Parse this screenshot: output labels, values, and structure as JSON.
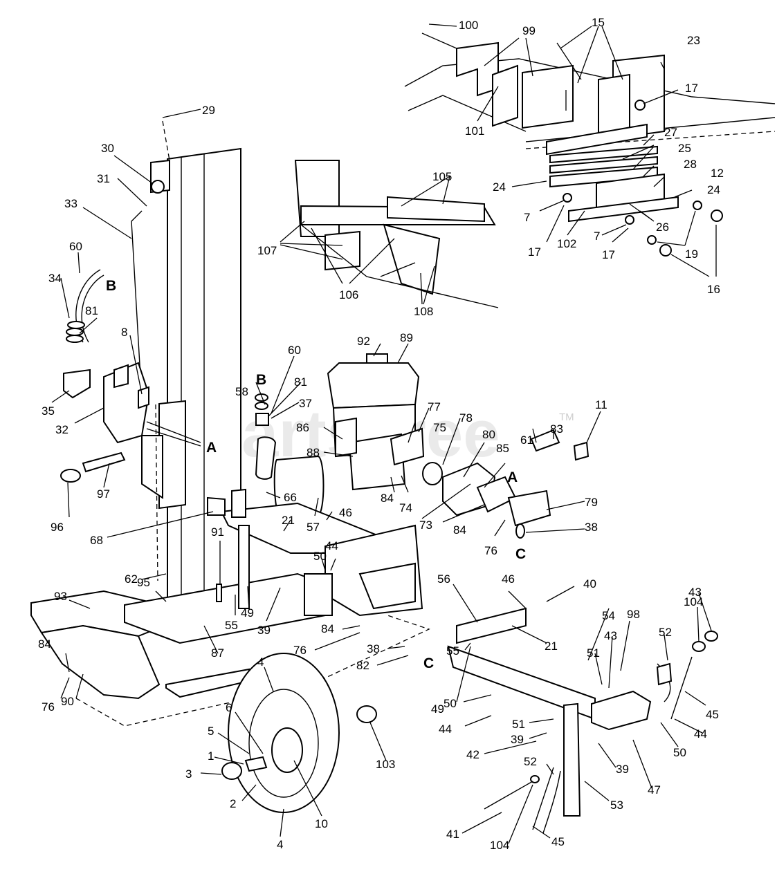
{
  "watermark": {
    "text": "PartsTree",
    "mark": "TM"
  },
  "connectors": [
    "A",
    "B",
    "C"
  ],
  "callouts": {
    "c100": "100",
    "c99": "99",
    "c15": "15",
    "c23": "23",
    "c17a": "17",
    "c101": "101",
    "c27": "27",
    "c25": "25",
    "c28": "28",
    "c12": "12",
    "c24a": "24",
    "c24b": "24",
    "c7a": "7",
    "c7b": "7",
    "c17b": "17",
    "c17c": "17",
    "c102": "102",
    "c26": "26",
    "c19": "19",
    "c16": "16",
    "c105": "105",
    "c107": "107",
    "c106": "106",
    "c108": "108",
    "c29": "29",
    "c30": "30",
    "c31": "31",
    "c33": "33",
    "c60a": "60",
    "c34": "34",
    "c81a": "81",
    "c8": "8",
    "c35": "35",
    "c32": "32",
    "c97": "97",
    "c96": "96",
    "c92": "92",
    "c89": "89",
    "c60b": "60",
    "c81b": "81",
    "c37": "37",
    "c58": "58",
    "c77": "77",
    "c75": "75",
    "c78": "78",
    "c80": "80",
    "c86": "86",
    "c88": "88",
    "c11": "11",
    "c61": "61",
    "c83": "83",
    "c85": "85",
    "c84a": "84",
    "c74": "74",
    "c73": "73",
    "c84b": "84",
    "c76a": "76",
    "c79": "79",
    "c38a": "38",
    "c66": "66",
    "c57": "57",
    "c68": "68",
    "c91": "91",
    "c21a": "21",
    "c46a": "46",
    "c62": "62",
    "c50a": "50",
    "c44a": "44",
    "c93": "93",
    "c95": "95",
    "c55a": "55",
    "c49a": "49",
    "c39a": "39",
    "c84c": "84",
    "c76b": "76",
    "c38b": "38",
    "c82": "82",
    "c87": "87",
    "c84d": "84",
    "c76c": "76",
    "c90": "90",
    "c4a": "4",
    "c6": "6",
    "c5": "5",
    "c1": "1",
    "c3": "3",
    "c2": "2",
    "c10": "10",
    "c4b": "4",
    "c103": "103",
    "c56": "56",
    "c46b": "46",
    "c40": "40",
    "c21b": "21",
    "c55b": "55",
    "c49b": "49",
    "c54": "54",
    "c98": "98",
    "c43a": "43",
    "c104a": "104",
    "c43b": "43",
    "c51a": "51",
    "c52a": "52",
    "c45a": "45",
    "c50b": "50",
    "c44b": "44",
    "c44c": "44",
    "c51b": "51",
    "c39b": "39",
    "c42": "42",
    "c50c": "50",
    "c52b": "52",
    "c39c": "39",
    "c47": "47",
    "c53": "53",
    "c41": "41",
    "c104b": "104",
    "c45b": "45"
  }
}
